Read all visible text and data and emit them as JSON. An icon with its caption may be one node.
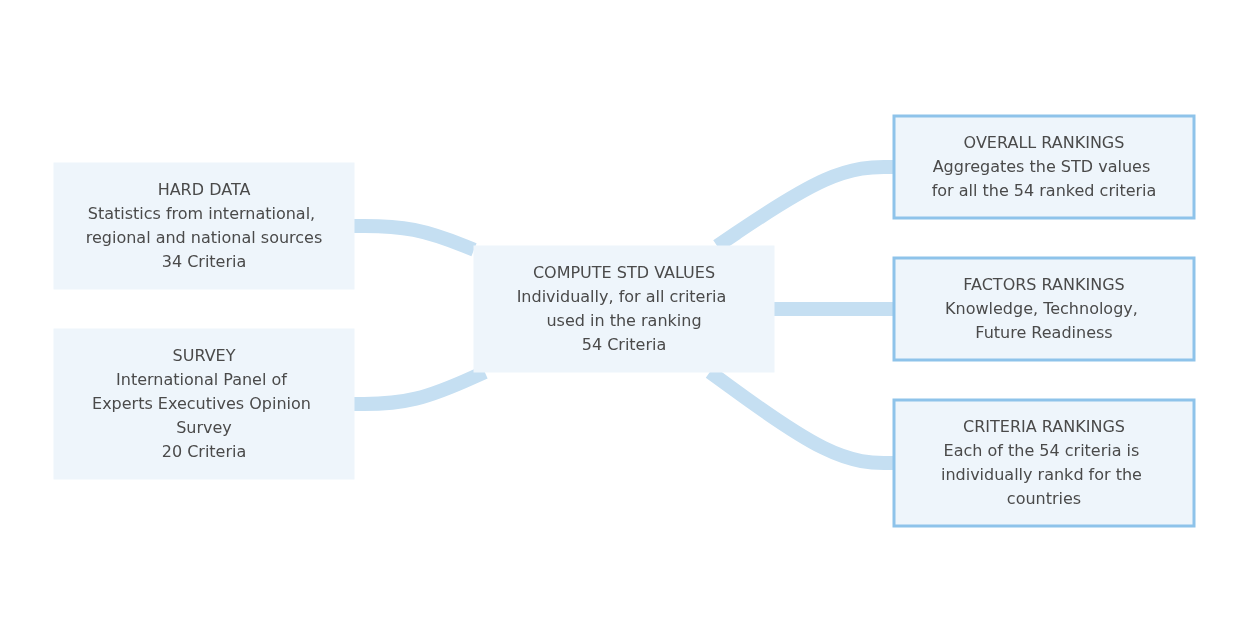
{
  "diagram": {
    "nodes": [
      {
        "text": [
          "HARD DATA",
          "Statistics from international, regional and national sources",
          "34 Criteria"
        ]
      },
      {
        "text": [
          "SURVEY",
          "International Panel of Experts Executives Opinion Survey",
          "20 Criteria"
        ]
      },
      {
        "text": [
          "COMPUTE STD VALUES",
          "Individually, for all criteria used in the ranking",
          "54 Criteria"
        ]
      },
      {
        "text": [
          "OVERALL RANKINGS",
          "Aggregates the STD values for all the 54 ranked criteria"
        ]
      },
      {
        "text": [
          "FACTORS RANKINGS",
          "Knowledge, Technology, Future Readiness"
        ]
      },
      {
        "text": [
          "CRITERIA RANKINGS",
          "Each of the 54 criteria is individually rankd for the countries"
        ]
      }
    ],
    "edges": [
      {
        "from": 0,
        "to": 2,
        "arrow": "none"
      },
      {
        "from": 1,
        "to": 2,
        "arrow": "none"
      },
      {
        "from": 2,
        "to": 3,
        "arrow": "none"
      },
      {
        "from": 2,
        "to": 4,
        "arrow": "none"
      },
      {
        "from": 2,
        "to": 5,
        "arrow": "none"
      }
    ]
  }
}
